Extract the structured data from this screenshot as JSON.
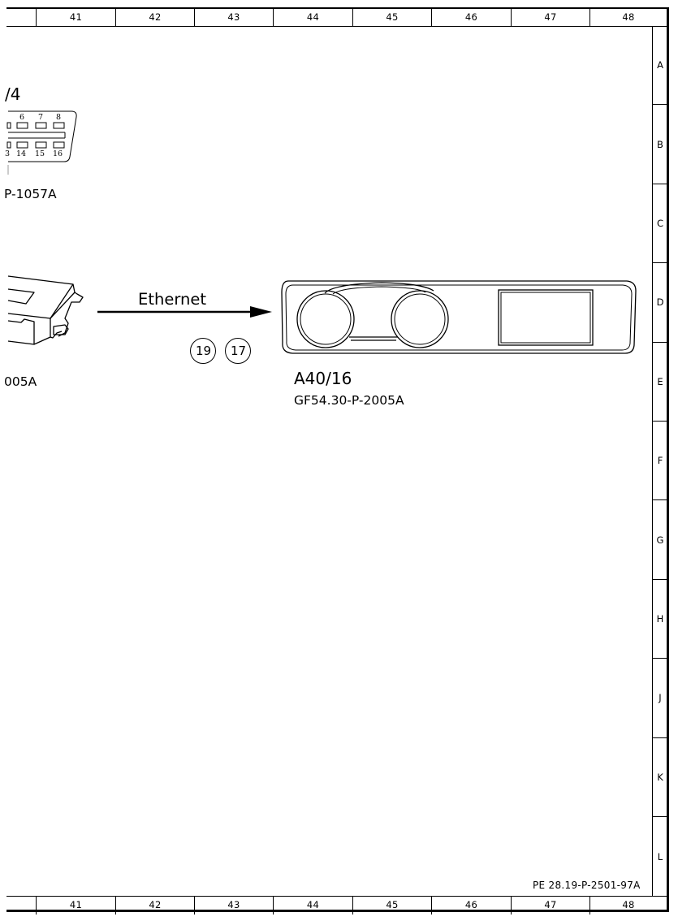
{
  "diagram": {
    "type": "wiring-diagram-sheet",
    "column_ruler": [
      "",
      "41",
      "42",
      "43",
      "44",
      "45",
      "46",
      "47",
      "48"
    ],
    "row_ruler": [
      "A",
      "B",
      "C",
      "D",
      "E",
      "F",
      "G",
      "H",
      "J",
      "K",
      "L"
    ],
    "document_reference": "PE 28.19-P-2501-97A",
    "components": [
      {
        "id": "diag-connector",
        "label_partial": "/4",
        "reference_partial": "P-1057A",
        "pin_labels_top": [
          "6",
          "7",
          "8"
        ],
        "pin_labels_bottom": [
          "3",
          "14",
          "15",
          "16"
        ]
      },
      {
        "id": "control-unit",
        "reference_partial": "005A"
      },
      {
        "id": "instrument-cluster",
        "label": "A40/16",
        "reference": "GF54.30-P-2005A"
      }
    ],
    "connection": {
      "label": "Ethernet",
      "from": "control-unit",
      "to": "instrument-cluster",
      "markers": [
        "19",
        "17"
      ]
    }
  }
}
